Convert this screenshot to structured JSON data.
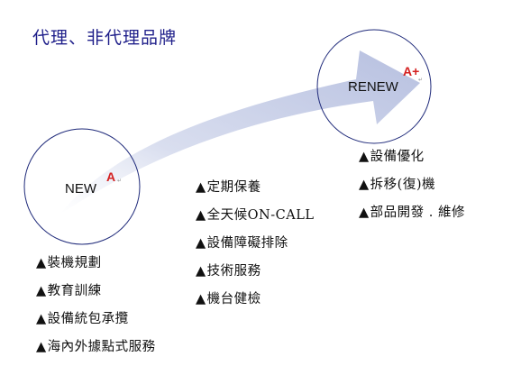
{
  "title": "代理、非代理品牌",
  "new_circle": {
    "label": "NEW",
    "badge": "A",
    "badge_mark": "↵"
  },
  "renew_circle": {
    "label": "RENEW",
    "badge": "A+",
    "badge_mark": "↵"
  },
  "bullet": "▲",
  "new_list": [
    "裝機規劃",
    "教育訓練",
    "設備統包承攬",
    "海內外據點式服務"
  ],
  "middle_list": [
    "定期保養",
    "全天候ON-CALL",
    "設備障礙排除",
    "技術服務",
    "機台健檢"
  ],
  "renew_list": [
    "設備優化",
    "拆移(復)機",
    "部品開發 . 維修"
  ],
  "colors": {
    "title": "#1f1f8a",
    "arrow": "#c9d0e8",
    "circle_stroke": "#1f2a7a",
    "badge": "#d42020"
  }
}
